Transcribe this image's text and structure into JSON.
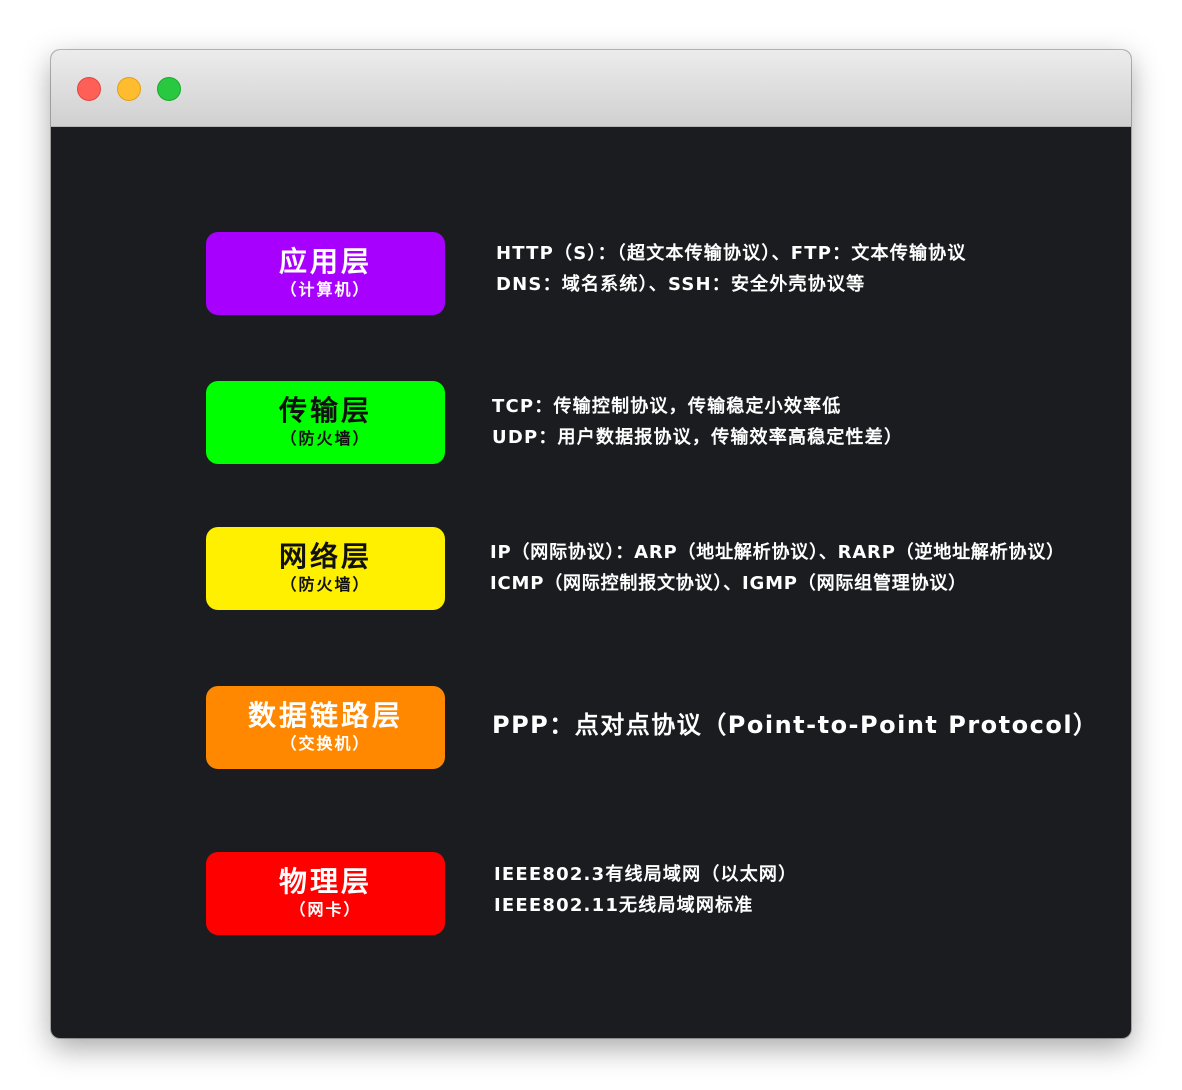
{
  "colors": {
    "application": "#a800ff",
    "transport": "#00ff00",
    "network": "#fff000",
    "datalink": "#ff8800",
    "physical": "#ff0000",
    "background": "#1a1c1f"
  },
  "window_controls": [
    "close",
    "minimize",
    "zoom"
  ],
  "layers": [
    {
      "name": "应用层",
      "device": "（计算机）",
      "lines": [
        "HTTP（S）：（超文本传输协议）、FTP：文本传输协议",
        "DNS：域名系统）、SSH：安全外壳协议等"
      ]
    },
    {
      "name": "传输层",
      "device": "（防火墙）",
      "lines": [
        "TCP：传输控制协议，传输稳定小效率低",
        "UDP：用户数据报协议，传输效率高稳定性差）"
      ]
    },
    {
      "name": "网络层",
      "device": "（防火墙）",
      "lines": [
        "IP（网际协议）：ARP（地址解析协议）、RARP（逆地址解析协议）",
        "ICMP（网际控制报文协议）、IGMP（网际组管理协议）"
      ]
    },
    {
      "name": "数据链路层",
      "device": "（交换机）",
      "lines": [
        "PPP：点对点协议（Point-to-Point Protocol）"
      ]
    },
    {
      "name": "物理层",
      "device": "（网卡）",
      "lines": [
        "IEEE802.3有线局域网（以太网）",
        "IEEE802.11无线局域网标准"
      ]
    }
  ]
}
